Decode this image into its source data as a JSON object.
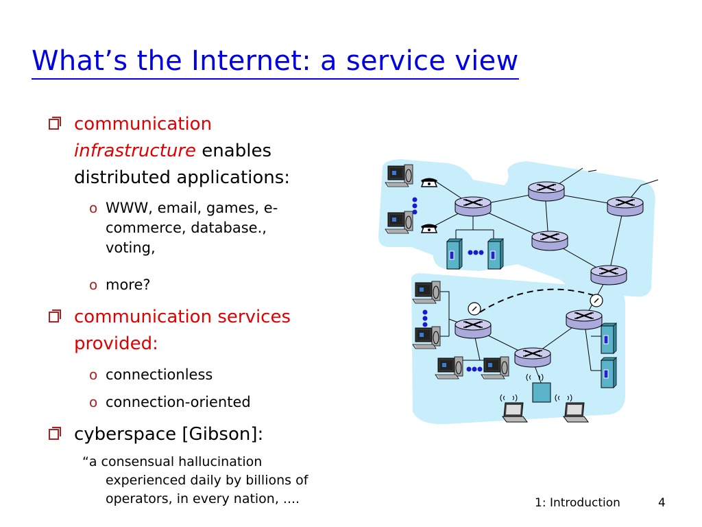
{
  "slide": {
    "title": "What’s the Internet: a service view",
    "bullets": [
      {
        "line1": "communication",
        "line2_italic": "infrastructure",
        "line2_rest": " enables",
        "line3": "distributed applications:",
        "subs": [
          {
            "l1": "WWW, email, games, e-",
            "l2": "commerce, database.,",
            "l3": "voting,"
          },
          {
            "l1": "more?"
          }
        ]
      },
      {
        "line1": "communication services",
        "line2": "provided:",
        "subs": [
          {
            "l1": "connectionless"
          },
          {
            "l1": "connection-oriented"
          }
        ]
      },
      {
        "line1": "cyberspace [Gibson]:",
        "quote_l1": "“a consensual hallucination",
        "quote_l2": "experienced daily by billions of",
        "quote_l3": "operators, in every nation, ...."
      }
    ],
    "footer_label": "1: Introduction",
    "page_number": "4"
  },
  "colors": {
    "title": "#0000e0",
    "highlight": "#e00000",
    "bullet": "#b02020",
    "region": "#c8eefc",
    "router": "#ccccee"
  }
}
